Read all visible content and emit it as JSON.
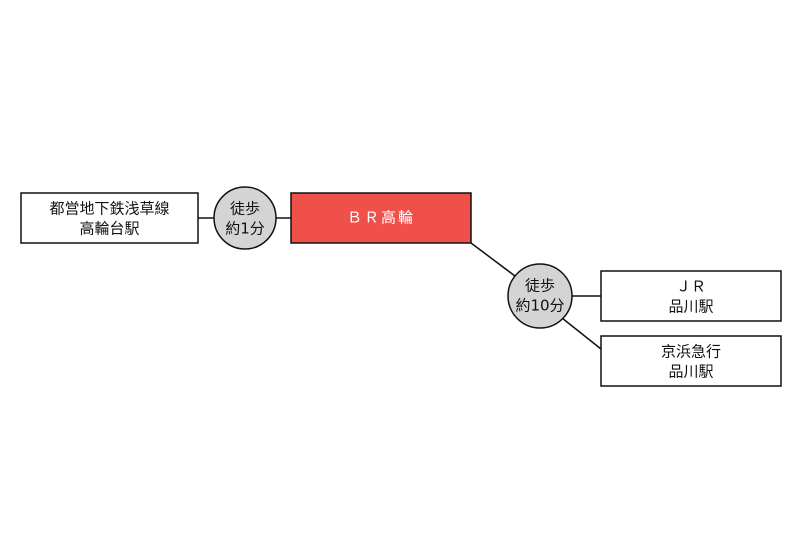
{
  "origin_station": {
    "line1": "都営地下鉄浅草線",
    "line2": "高輪台駅"
  },
  "walk_short": {
    "line1": "徒歩",
    "line2": "約1分"
  },
  "destination": {
    "label": "ＢＲ高輪",
    "color": "#f0504a"
  },
  "walk_long": {
    "line1": "徒歩",
    "line2": "約10分"
  },
  "jr_station": {
    "line1": "ＪＲ",
    "line2": "品川駅"
  },
  "keikyu_station": {
    "line1": "京浜急行",
    "line2": "品川駅"
  },
  "colors": {
    "circle_fill": "#d4d4d4",
    "stroke": "#111111"
  }
}
